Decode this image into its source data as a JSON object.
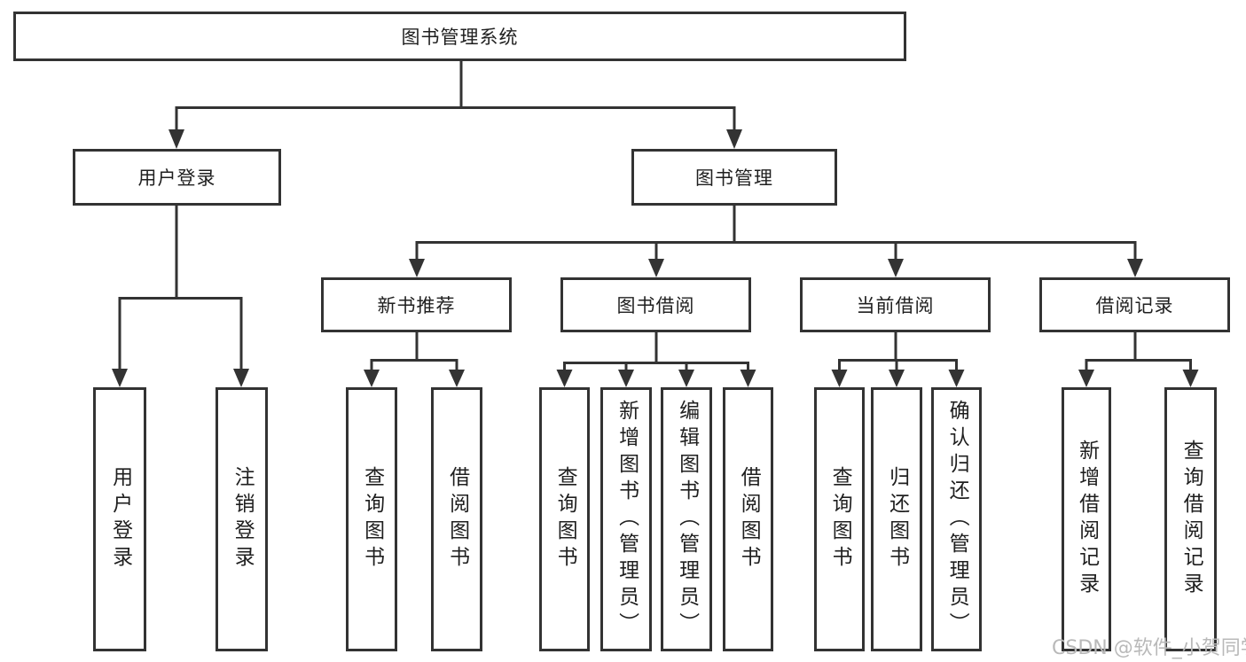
{
  "diagram": {
    "root": "图书管理系统",
    "user_login": {
      "label": "用户登录",
      "children": [
        "用户登录",
        "注销登录"
      ]
    },
    "book_mgmt": {
      "label": "图书管理",
      "sections": [
        {
          "label": "新书推荐",
          "children": [
            "查询图书",
            "借阅图书"
          ]
        },
        {
          "label": "图书借阅",
          "children": [
            "查询图书",
            "新增图书（管理员）",
            "编辑图书（管理员）",
            "借阅图书"
          ]
        },
        {
          "label": "当前借阅",
          "children": [
            "查询图书",
            "归还图书",
            "确认归还（管理员）"
          ]
        },
        {
          "label": "借阅记录",
          "children": [
            "新增借阅记录",
            "查询借阅记录"
          ]
        }
      ]
    }
  },
  "watermark": "CSDN @软件_小贺同学",
  "colors": {
    "line": "#333333",
    "text": "#1f1f1f",
    "box_background": "#ffffff",
    "watermark": "#b9b9b9"
  }
}
